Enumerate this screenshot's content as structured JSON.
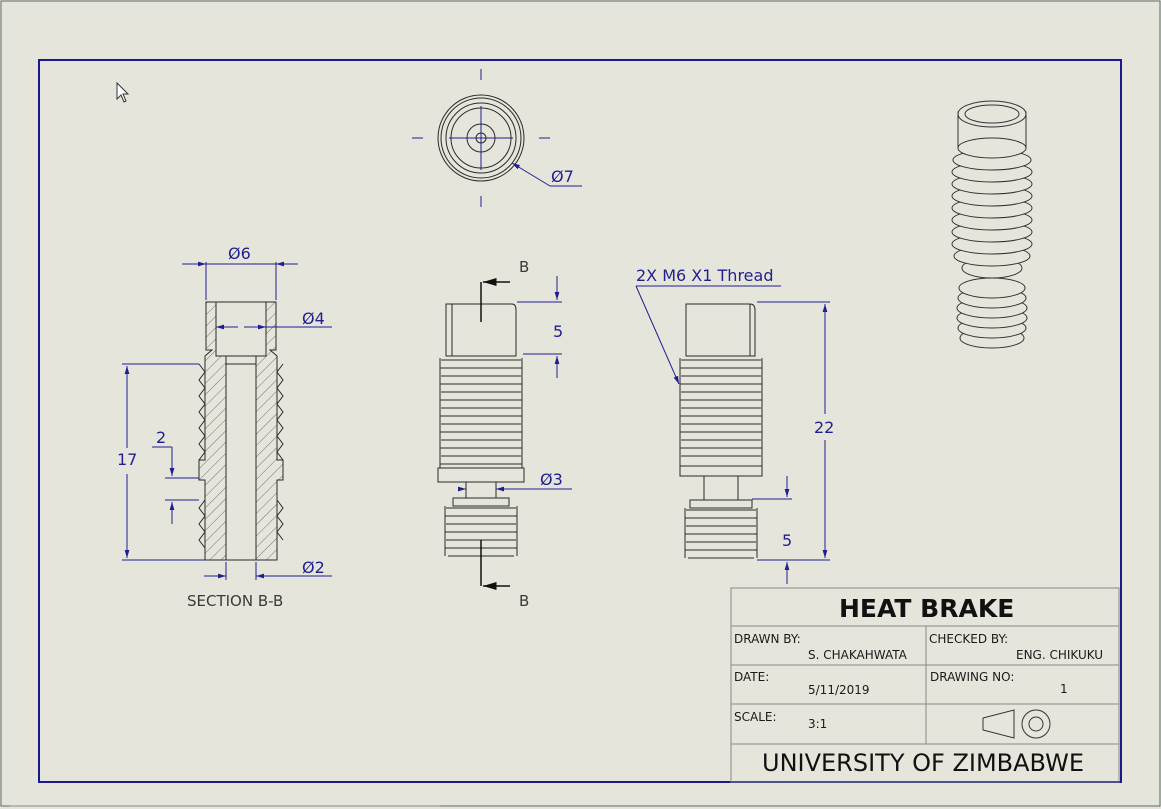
{
  "drawing": {
    "section_label": "SECTION B-B",
    "section_marker": "B",
    "dims": {
      "d7": "Ø7",
      "d6": "Ø6",
      "d4": "Ø4",
      "d2": "Ø2",
      "d3": "Ø3",
      "len17": "17",
      "len2": "2",
      "len5_top": "5",
      "len22": "22",
      "len5_bottom": "5"
    },
    "thread_callout": "2X M6 X1 Thread"
  },
  "title_block": {
    "title": "HEAT BRAKE",
    "drawn_by_label": "DRAWN BY:",
    "drawn_by": "S. CHAKAHWATA",
    "checked_by_label": "CHECKED BY:",
    "checked_by": "ENG. CHIKUKU",
    "date_label": "DATE:",
    "date": "5/11/2019",
    "drawing_no_label": "DRAWING NO:",
    "drawing_no": "1",
    "scale_label": "SCALE:",
    "scale": "3:1",
    "institution": "UNIVERSITY OF ZIMBABWE"
  },
  "icons": {
    "cursor": "mouse-pointer-icon",
    "projection": "third-angle-projection-icon"
  },
  "colors": {
    "background": "#e6e5dc",
    "border": "#1a1a8c",
    "dimension": "#1f1f8f",
    "outline": "#2a2a2a"
  }
}
